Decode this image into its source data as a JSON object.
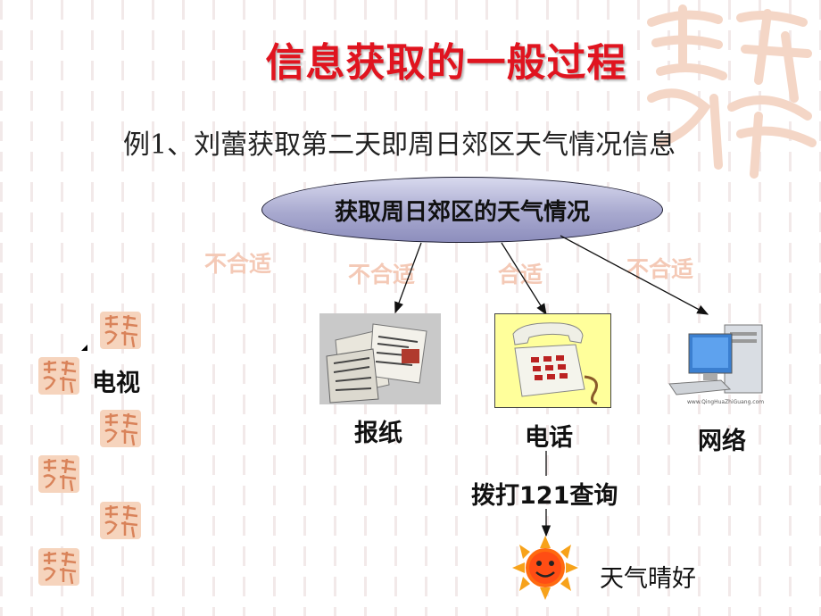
{
  "slide": {
    "title": "信息获取的一般过程",
    "subtitle": "例1、刘蕾获取第二天即周日郊区天气情况信息"
  },
  "diagram": {
    "center_node": "获取周日郊区的天气情况",
    "evaluations": {
      "tv": "不合适",
      "newspaper": "不合适",
      "phone": "合适",
      "internet": "不合适"
    },
    "sources": {
      "tv": "电视",
      "newspaper": "报纸",
      "phone": "电话",
      "internet": "网络"
    },
    "step": "拨打121查询",
    "result": "天气晴好",
    "computer_caption": "www.QingHuaZhiGuang.com"
  },
  "colors": {
    "title": "#e0141f",
    "oval_fill": "#a8a9cf",
    "faint_text": "#f4c9b6",
    "phone_box": "#ffff9b",
    "stamp": "#f0b58f"
  },
  "icons": [
    "newspaper-icon",
    "telephone-icon",
    "computer-icon",
    "sun-icon",
    "seal-stamp-icon"
  ]
}
